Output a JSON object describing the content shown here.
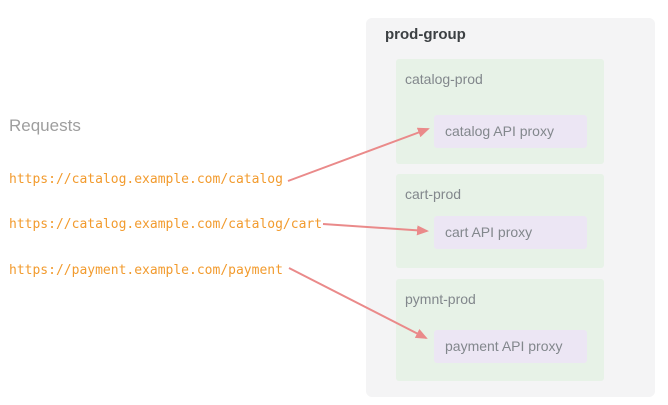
{
  "colors": {
    "background": "#ffffff",
    "group_bg": "#f4f4f5",
    "env_bg": "#e7f2e7",
    "proxy_bg": "#ece6f4",
    "url_text": "#f29b2e",
    "arrow": "#ea8a8a",
    "heading_text": "#9e9e9e",
    "label_text": "#82878c",
    "group_title_text": "#3c4043"
  },
  "requests": {
    "heading": "Requests",
    "urls": [
      "https://catalog.example.com/catalog",
      "https://catalog.example.com/catalog/cart",
      "https://payment.example.com/payment"
    ]
  },
  "group": {
    "title": "prod-group",
    "environments": [
      {
        "name": "catalog-prod",
        "proxy": "catalog API proxy"
      },
      {
        "name": "cart-prod",
        "proxy": "cart API proxy"
      },
      {
        "name": "pymnt-prod",
        "proxy": "payment API proxy"
      }
    ]
  }
}
